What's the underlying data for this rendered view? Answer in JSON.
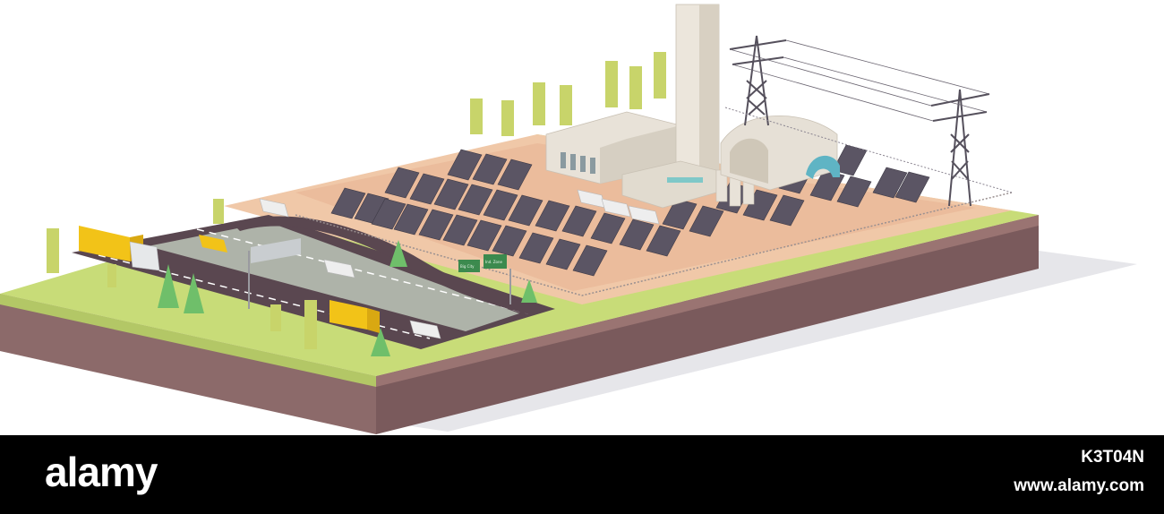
{
  "scene": {
    "description_tags": [
      "solar-farm",
      "power-plant",
      "highway",
      "transmission-towers"
    ],
    "colors": {
      "ground_side": "#8c6a6a",
      "ground_top_dirt": "#f0c8a8",
      "grass": "#c8dc78",
      "road": "#5a4750",
      "panel": "#5b5564",
      "building": "#e8e2d8",
      "truck_cargo": "#f2c318",
      "sign": "#3c8a4e",
      "tree": "#6fbf6a",
      "footer": "#000000"
    },
    "road_signs": [
      "Big City",
      "Ind. Zone"
    ]
  },
  "watermark": {
    "brand": "alamy",
    "image_id": "K3T04N",
    "url": "www.alamy.com"
  }
}
